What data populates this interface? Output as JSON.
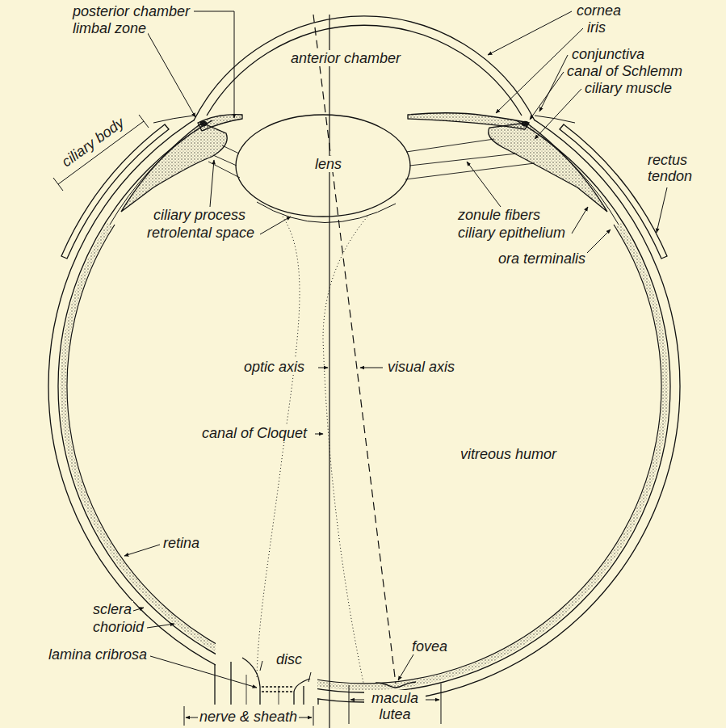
{
  "diagram": {
    "labels": [
      "posterior chamber",
      "limbal zone",
      "cornea",
      "iris",
      "anterior chamber",
      "conjunctiva",
      "canal of Schlemm",
      "ciliary muscle",
      "ciliary body",
      "lens",
      "rectus tendon",
      "ciliary process",
      "retrolental space",
      "zonule fibers",
      "ciliary epithelium",
      "ora terminalis",
      "optic axis",
      "visual axis",
      "canal of Cloquet",
      "vitreous humor",
      "retina",
      "sclera",
      "chorioid",
      "disc",
      "fovea",
      "lamina cribrosa",
      "macula lutea",
      "nerve & sheath"
    ]
  }
}
